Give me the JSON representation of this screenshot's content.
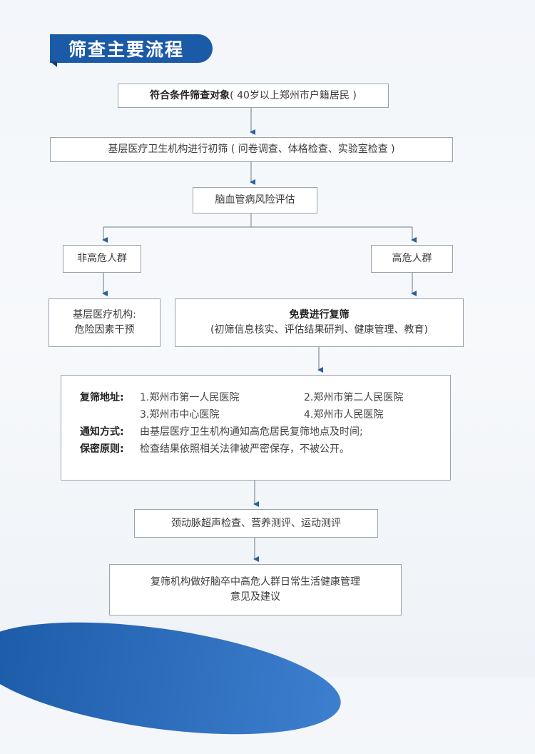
{
  "title": "筛查主要流程",
  "steps": {
    "target_bold": "符合条件筛查对象",
    "target_note": "( 40岁以上郑州市户籍居民 )",
    "initial_screen": "基层医疗卫生机构进行初筛 ( 问卷调查、体格检查、实验室检查 )",
    "risk_assessment": "脑血管病风险评估",
    "low_risk": "非高危人群",
    "high_risk": "高危人群",
    "low_risk_action_line1": "基层医疗机构:",
    "low_risk_action_line2": "危险因素干预",
    "rescreen_title": "免费进行复筛",
    "rescreen_note": "(初筛信息核实、评估结果研判、健康管理、教育)",
    "exams": "颈动脉超声检查、营养测评、运动测评",
    "final_line1": "复筛机构做好脑卒中高危人群日常生活健康管理",
    "final_line2": "意见及建议"
  },
  "info": {
    "address_label": "复筛地址:",
    "hospitals": [
      "1.郑州市第一人民医院",
      "2.郑州市第二人民医院",
      "3.郑州市中心医院",
      "4.郑州市人民医院"
    ],
    "notify_label": "通知方式:",
    "notify_text": "由基层医疗卫生机构通知高危居民复筛地点及时间;",
    "privacy_label": "保密原则:",
    "privacy_text": "检查结果依照相关法律被严密保存，不被公开。"
  },
  "colors": {
    "accent": "#1b5aa6",
    "line": "#2a5f9e"
  }
}
